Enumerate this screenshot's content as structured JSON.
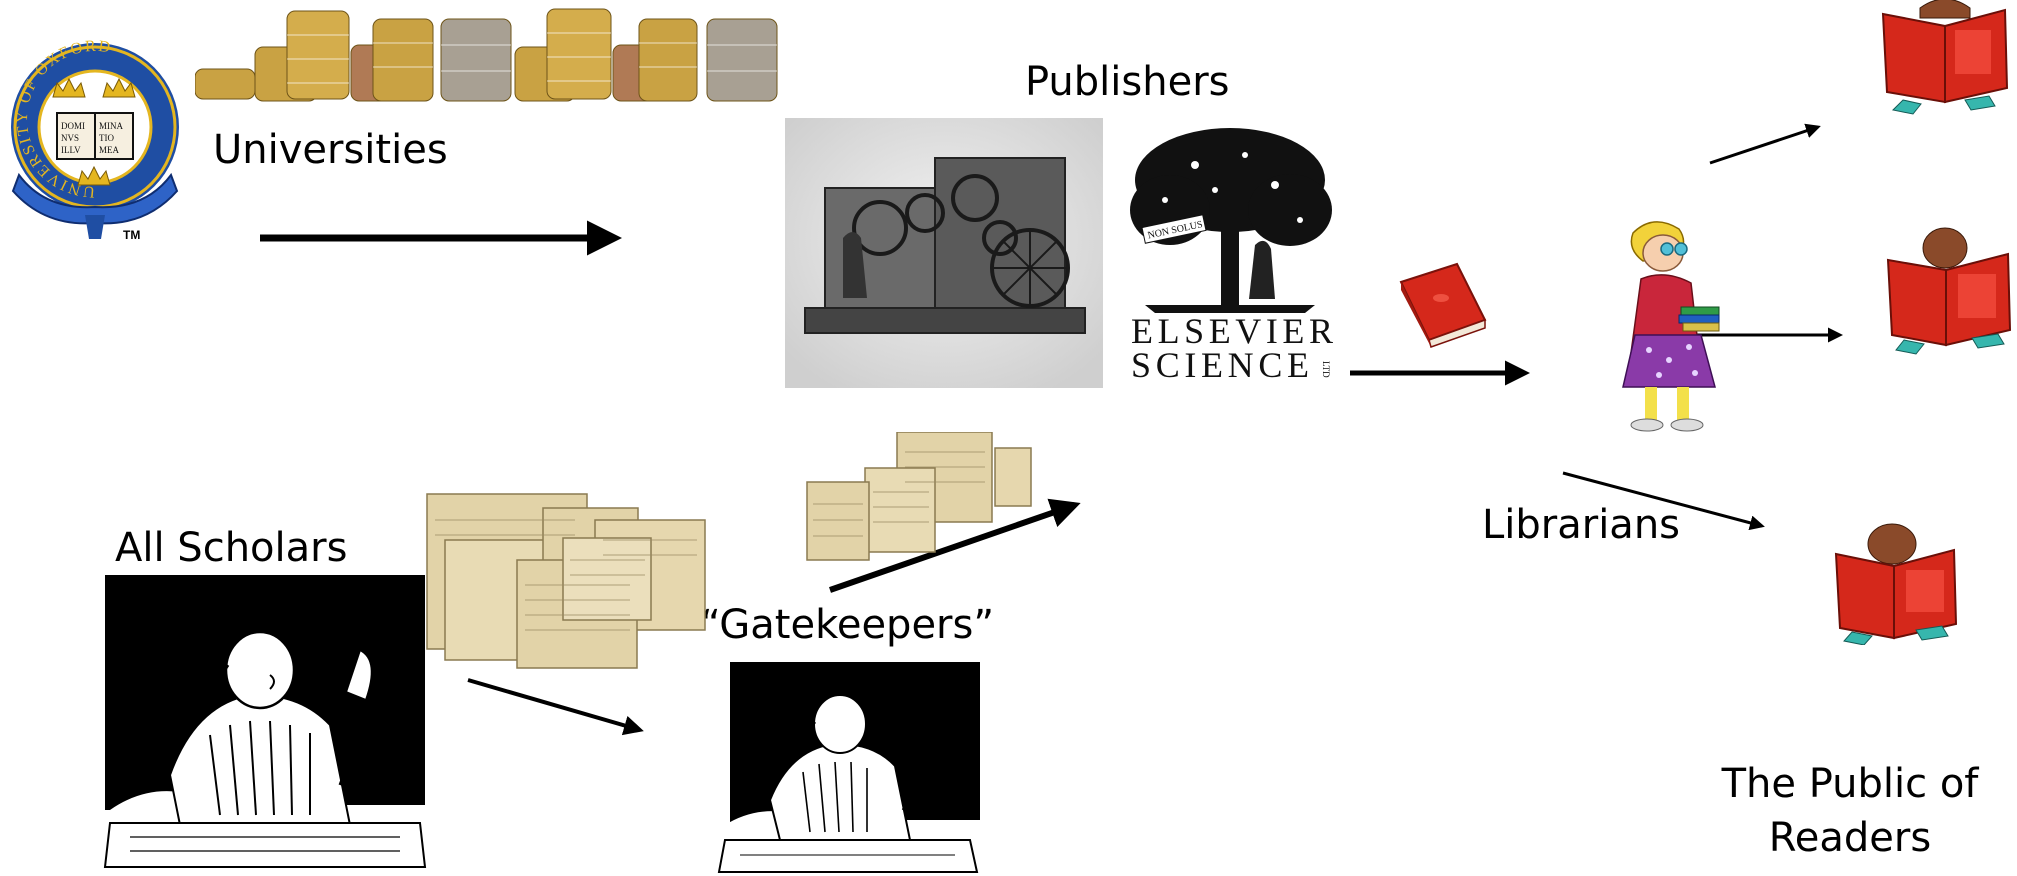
{
  "labels": {
    "universities": "Universities",
    "publishers": "Publishers",
    "all_scholars": "All Scholars",
    "gatekeepers": "“Gatekeepers”",
    "librarians": "Librarians",
    "public_line1": "The Public of",
    "public_line2": "Readers"
  },
  "oxford_seal": {
    "ring_text": "UNIVERSITY OF OXFORD",
    "book_left": "DOMI NVS ILLV",
    "book_right": "MINA TIO MEA",
    "trademark": "TM"
  },
  "elsevier_logo": {
    "motto": "NON SOLUS",
    "line1": "ELSEVIER",
    "line2": "SCIENCE",
    "suffix": "LTD"
  },
  "colors": {
    "ink": "#000000",
    "gold_coin": "#c9a243",
    "copper_coin": "#b07a55",
    "silver_coin": "#a8a093",
    "oxford_blue": "#1f4ea3",
    "oxford_gold": "#e4b620",
    "book_red": "#d5281b",
    "manuscript_paper": "#e2d3a8",
    "librarian_dress": "#8a3aa8",
    "reader_teal": "#36b6ad"
  }
}
